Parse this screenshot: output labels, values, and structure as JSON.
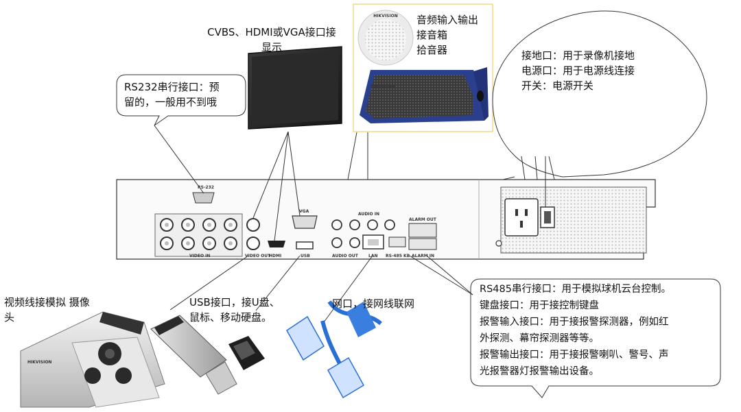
{
  "labels": {
    "display": [
      "CVBS、HDMI或VGA接口接",
      "显示"
    ],
    "audio": [
      "音频输入输出",
      "接音箱",
      "拾音器"
    ],
    "rs232": [
      "RS232串行接口：预",
      "留的，一般用不到哦"
    ],
    "power": [
      "接地口：用于录像机接地",
      "电源口：用于电源线连接",
      "开关：电源开关"
    ],
    "video": [
      "视频线接模拟 摄像",
      "头"
    ],
    "usb": [
      "USB接口，接U盘、",
      "鼠标、移动硬盘。"
    ],
    "lan": "网口，接网线联网",
    "rs485": [
      "RS485串行接口：用于模拟球机云台控制。",
      "键盘接口：用于接控制键盘",
      "报警输入接口：用于接报警探测器，例如红",
      "外探测、幕帘探测器等等。",
      "报警输出接口：用于接报警喇叭、警号、声",
      "光报警器灯报警输出设备。"
    ]
  },
  "panel_marks": {
    "rs232": "RS-232",
    "vga": "VGA",
    "audio_in": "AUDIO IN",
    "alarm_out": "ALARM OUT",
    "video_in": "VIDEO IN",
    "video_out": "VIDEO OUT",
    "hdmi": "HDMI",
    "usb": "USB",
    "audio_out": "AUDIO OUT",
    "lan": "LAN",
    "rs485": "RS-485  KB",
    "alarm_in": "ALARM IN",
    "camera_brand": "HIKVISION",
    "speaker_brand": "HIKVISION"
  },
  "colors": {
    "audio_frame": "#f2d98a",
    "panel_border": "#333333",
    "cable_blue": "#2a6fd6",
    "speaker_blue": "#2b3f8f"
  }
}
